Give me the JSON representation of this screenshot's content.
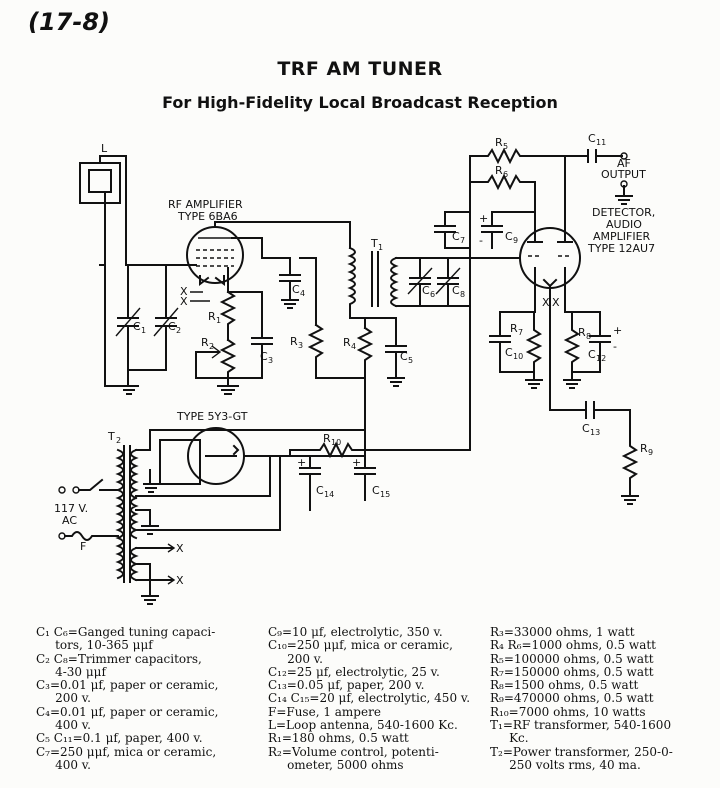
{
  "figure_number": "(17-8)",
  "title": "TRF AM TUNER",
  "subtitle": "For High-Fidelity Local Broadcast Reception",
  "labels": {
    "L": "L",
    "rf_amp_line1": "RF AMPLIFIER",
    "rf_amp_line2": "TYPE 6BA6",
    "T1": "T",
    "T1_sub": "1",
    "T2": "T",
    "T2_sub": "2",
    "rect_tube": "TYPE 5Y3-GT",
    "det_line1": "DETECTOR,",
    "det_line2": "AUDIO",
    "det_line3": "AMPLIFIER",
    "det_line4": "TYPE 12AU7",
    "af_line1": "AF",
    "af_line2": "OUTPUT",
    "ac_line1": "117 V.",
    "ac_line2": "AC",
    "fuse": "F",
    "x": "X",
    "plus": "+",
    "minus": "-"
  },
  "components": {
    "C1": "C",
    "C1n": "1",
    "C2": "C",
    "C2n": "2",
    "C3": "C",
    "C3n": "3",
    "C4": "C",
    "C4n": "4",
    "C5": "C",
    "C5n": "5",
    "C6": "C",
    "C6n": "6",
    "C7": "C",
    "C7n": "7",
    "C8": "C",
    "C8n": "8",
    "C9": "C",
    "C9n": "9",
    "C10": "C",
    "C10n": "10",
    "C11": "C",
    "C11n": "11",
    "C12": "C",
    "C12n": "12",
    "C13": "C",
    "C13n": "13",
    "C14": "C",
    "C14n": "14",
    "C15": "C",
    "C15n": "15",
    "R1": "R",
    "R1n": "1",
    "R2": "R",
    "R2n": "2",
    "R3": "R",
    "R3n": "3",
    "R4": "R",
    "R4n": "4",
    "R5": "R",
    "R5n": "5",
    "R6": "R",
    "R6n": "6",
    "R7": "R",
    "R7n": "7",
    "R8": "R",
    "R8n": "8",
    "R9": "R",
    "R9n": "9",
    "R10": "R",
    "R10n": "10"
  },
  "parts_list": {
    "col1": [
      "C₁ C₆=Ganged tuning capaci-",
      "     tors, 10-365 μμf",
      "C₂ C₈=Trimmer capacitors,",
      "     4-30 μμf",
      "C₃=0.01 μf, paper or ceramic,",
      "     200 v.",
      "C₄=0.01 μf, paper or ceramic,",
      "     400 v.",
      "C₅ C₁₁=0.1 μf, paper, 400 v.",
      "C₇=250 μμf, mica or ceramic,",
      "     400 v."
    ],
    "col2": [
      "C₉=10 μf, electrolytic, 350 v.",
      "C₁₀=250 μμf, mica or ceramic,",
      "     200 v.",
      "C₁₂=25 μf, electrolytic, 25 v.",
      "C₁₃=0.05 μf, paper, 200 v.",
      "C₁₄ C₁₅=20 μf, electrolytic, 450 v.",
      "F=Fuse, 1 ampere",
      "L=Loop antenna, 540-1600 Kc.",
      "R₁=180 ohms, 0.5 watt",
      "R₂=Volume control, potenti-",
      "     ometer, 5000 ohms"
    ],
    "col3": [
      "R₃=33000 ohms, 1 watt",
      "R₄ R₆=1000 ohms, 0.5 watt",
      "R₅=100000 ohms, 0.5 watt",
      "R₇=150000 ohms, 0.5 watt",
      "R₈=1500 ohms, 0.5 watt",
      "R₉=470000 ohms, 0.5 watt",
      "R₁₀=7000 ohms, 10 watts",
      "T₁=RF transformer, 540-1600",
      "     Kc.",
      "T₂=Power transformer, 250-0-",
      "     250 volts rms, 40 ma."
    ]
  }
}
